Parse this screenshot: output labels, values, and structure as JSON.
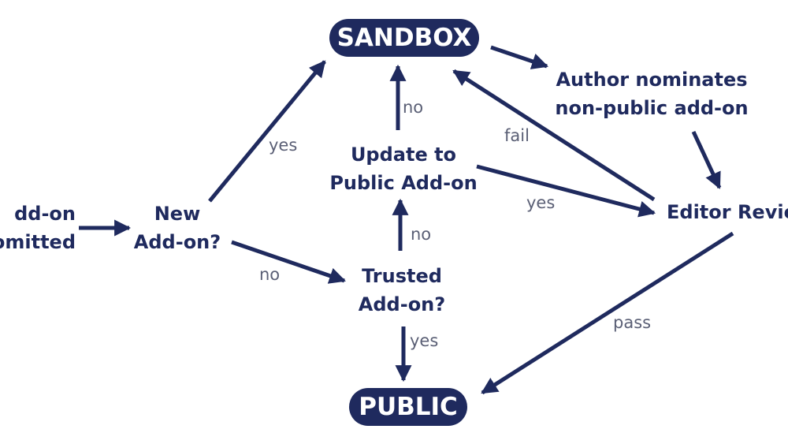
{
  "nodes": {
    "sandbox": "SANDBOX",
    "public": "PUBLIC",
    "addon_submitted": [
      "dd-on",
      "omitted"
    ],
    "new_addon": [
      "New",
      "Add-on?"
    ],
    "update_public": [
      "Update to",
      "Public Add-on"
    ],
    "trusted_addon": [
      "Trusted",
      "Add-on?"
    ],
    "author_nominates": [
      "Author nominates",
      "non-public add-on"
    ],
    "editor_review": "Editor Revie"
  },
  "edge_labels": {
    "new_yes": "yes",
    "new_no": "no",
    "update_no": "no",
    "update_yes": "yes",
    "trusted_no": "no",
    "trusted_yes": "yes",
    "review_fail": "fail",
    "review_pass": "pass"
  },
  "colors": {
    "primary": "#1f2a5e",
    "label": "#5a5f75",
    "background": "#ffffff"
  }
}
